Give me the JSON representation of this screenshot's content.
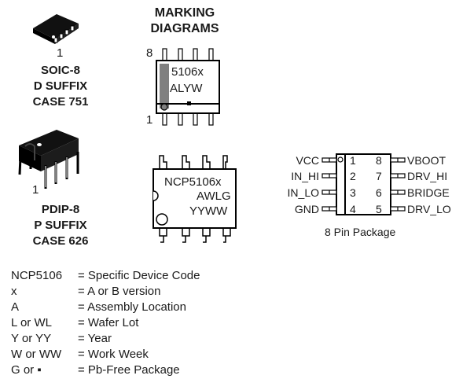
{
  "title": [
    "MARKING",
    "DIAGRAMS"
  ],
  "packages": {
    "soic": {
      "pin1_label": "1",
      "lines": [
        "SOIC-8",
        "D SUFFIX",
        "CASE 751"
      ]
    },
    "pdip": {
      "pin1_label": "1",
      "lines": [
        "PDIP-8",
        "P SUFFIX",
        "CASE 626"
      ]
    }
  },
  "soic_marking": {
    "pin8_label": "8",
    "pin1_label": "1",
    "line1": "5106x",
    "line2": "ALYW"
  },
  "pdip_marking": {
    "line1": "NCP5106x",
    "line2": "AWLG",
    "line3": "YYWW"
  },
  "pinout": {
    "caption": "8 Pin Package",
    "left_pins": [
      {
        "num": "1",
        "name": "VCC"
      },
      {
        "num": "2",
        "name": "IN_HI"
      },
      {
        "num": "3",
        "name": "IN_LO"
      },
      {
        "num": "4",
        "name": "GND"
      }
    ],
    "right_pins": [
      {
        "num": "8",
        "name": "VBOOT"
      },
      {
        "num": "7",
        "name": "DRV_HI"
      },
      {
        "num": "6",
        "name": "BRIDGE"
      },
      {
        "num": "5",
        "name": "DRV_LO"
      }
    ]
  },
  "legend": [
    {
      "code": "NCP5106",
      "desc": "= Specific Device Code"
    },
    {
      "code": "x",
      "desc": "= A or B version"
    },
    {
      "code": "A",
      "desc": "= Assembly Location"
    },
    {
      "code": "L or WL",
      "desc": "= Wafer Lot"
    },
    {
      "code": "Y or YY",
      "desc": "= Year"
    },
    {
      "code": "W or WW",
      "desc": "= Work Week"
    },
    {
      "code": "G or ▪",
      "desc": "= Pb-Free Package"
    }
  ]
}
